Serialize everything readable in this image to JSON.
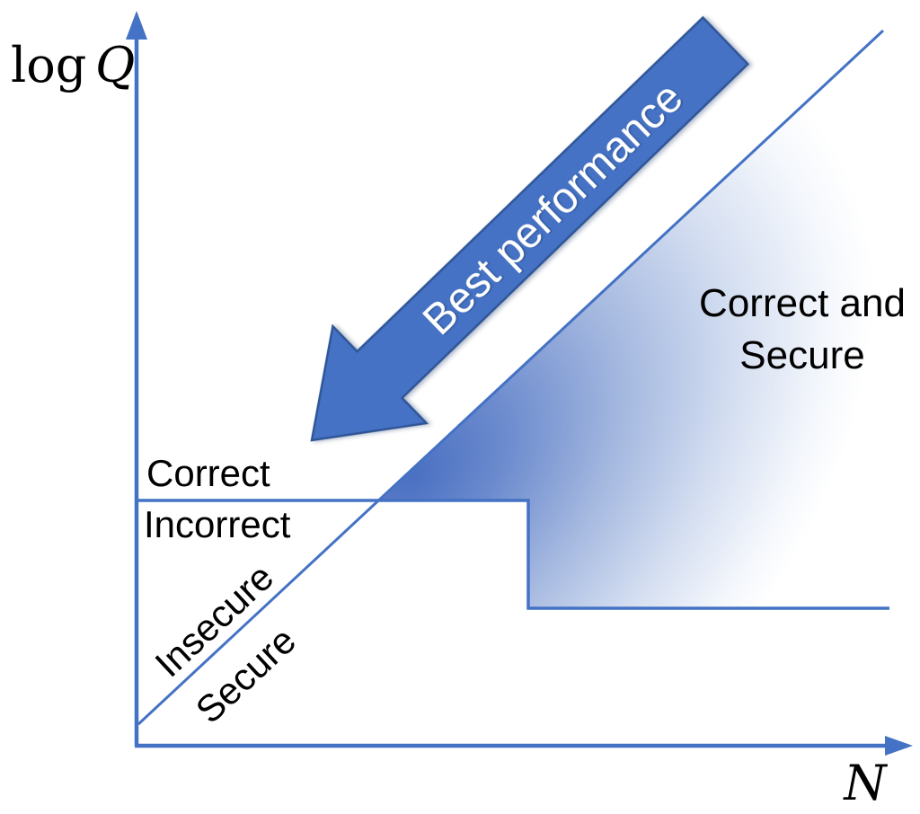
{
  "diagram": {
    "y_axis_label": {
      "prefix": "log",
      "variable": "Q"
    },
    "x_axis_label": "N",
    "region_labels": {
      "correct": "Correct",
      "incorrect": "Incorrect",
      "insecure": "Insecure",
      "secure": "Secure",
      "correct_and_secure": [
        "Correct and",
        "Secure"
      ]
    },
    "arrow_label": "Best performance"
  },
  "colors": {
    "accent": "#4472C4",
    "arrow_fill": "#4472C4",
    "arrow_border": "#2F5597",
    "gradient_start": "#4A70C2",
    "label_text": "#000000",
    "arrow_text": "#FFFFFF",
    "background": "#FFFFFF"
  }
}
